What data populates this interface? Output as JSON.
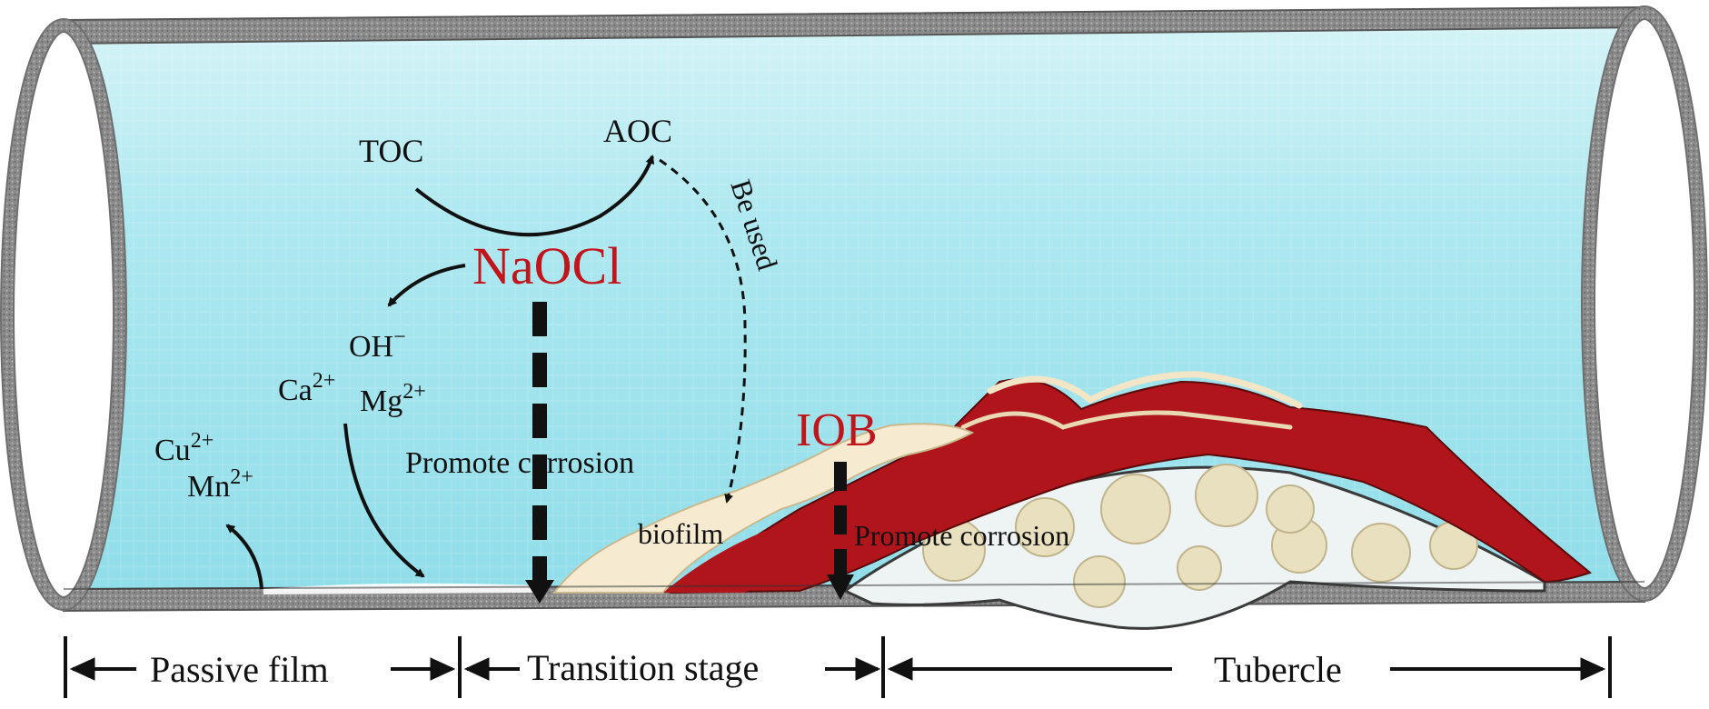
{
  "labels": {
    "toc": "TOC",
    "aoc": "AOC",
    "be_used": "Be used",
    "naocl": "NaOCl",
    "oh": "OH",
    "oh_charge": "−",
    "ca": "Ca",
    "ca_charge": "2+",
    "mg": "Mg",
    "mg_charge": "2+",
    "cu": "Cu",
    "cu_charge": "2+",
    "mn": "Mn",
    "mn_charge": "2+",
    "promote_corrosion_1": "Promote corrosion",
    "iob": "IOB",
    "biofilm": "biofilm",
    "promote_corrosion_2": "Promote corrosion"
  },
  "stages": {
    "passive_film": "Passive film",
    "transition_stage": "Transition stage",
    "tubercle": "Tubercle"
  },
  "colors": {
    "water": "#a9e6ee",
    "pipe_wall": "#8c8c8c",
    "rust_red": "#b0151b",
    "biofilm": "#f6ead0",
    "highlight_text": "#c0151b",
    "text": "#111111"
  }
}
